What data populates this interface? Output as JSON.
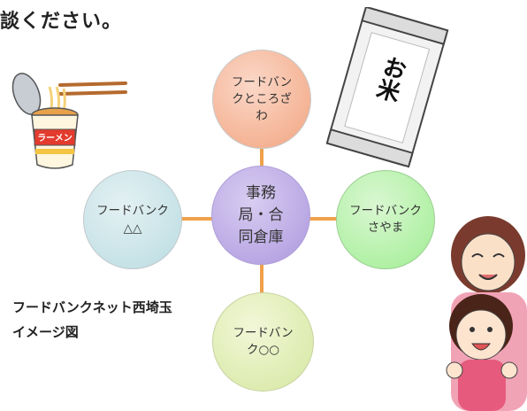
{
  "header": {
    "text": "談ください。"
  },
  "caption": {
    "line1": "フードバンクネット西埼玉",
    "line2": "イメージ図"
  },
  "diagram": {
    "center": "事務局・合同倉庫",
    "top": "フードバンクところざわ",
    "left": "フードバンク△△",
    "right": "フードバンクさやま",
    "bottom": "フードバンク○○"
  },
  "colors": {
    "connector": "#f0a04a",
    "center_node": "#b7a5e3",
    "top_node": "#f4b192",
    "left_node": "#c4e1e6",
    "right_node": "#aef0a2",
    "bottom_node": "#dcebae"
  },
  "illustrations": {
    "rice_bag_text": "お米",
    "cup_noodle_text": "ラーメン"
  }
}
